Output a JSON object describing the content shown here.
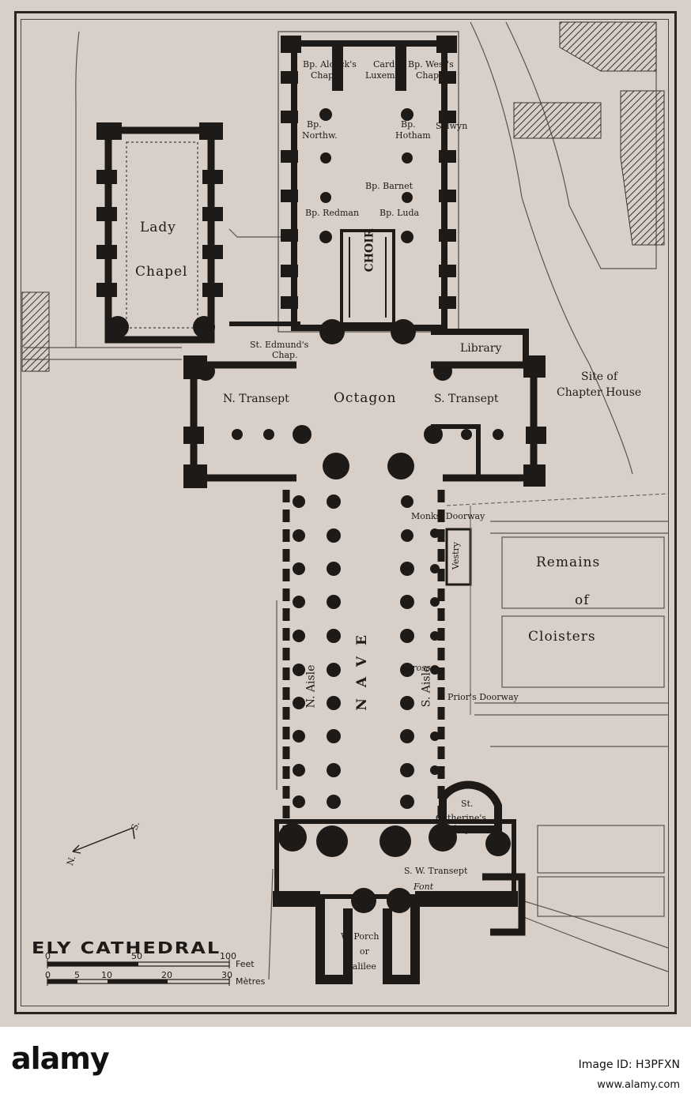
{
  "map": {
    "title": "ELY CATHEDRAL",
    "labels": {
      "bp_alcocks_chapel_1": "Bp. Alcock's",
      "bp_alcocks_chapel_2": "Chapel",
      "card_luxemb_1": "Card.",
      "card_luxemb_2": "Luxemb.",
      "bp_wests_chapel_1": "Bp. West's",
      "bp_wests_chapel_2": "Chapel",
      "bp_northw_1": "Bp.",
      "bp_northw_2": "Northw.",
      "bp_hotham_1": "Bp.",
      "bp_hotham_2": "Hotham",
      "selwyn": "Selwyn",
      "bp_barnet": "Bp. Barnet",
      "bp_redman": "Bp. Redman",
      "bp_luda": "Bp. Luda",
      "choir": "CHOIR",
      "lady_chapel_1": "Lady",
      "lady_chapel_2": "Chapel",
      "st_edmunds_1": "St. Edmund's",
      "st_edmunds_2": "Chap.",
      "library": "Library",
      "site_chapter_1": "Site of",
      "site_chapter_2": "Chapter House",
      "n_transept": "N. Transept",
      "octagon": "Octagon",
      "s_transept": "S. Transept",
      "monks_doorway": "Monks' Doorway",
      "vestry": "Vestry",
      "remains_1": "Remains",
      "remains_2": "of",
      "remains_3": "Cloisters",
      "n_aisle": "N. Aisle",
      "nave": "NAVE",
      "s_aisle": "S. Aisle",
      "cross": "Cross",
      "priors_doorway": "Prior's Doorway",
      "st_catherines_1": "St.",
      "st_catherines_2": "Catherine's",
      "st_catherines_3": "Chap.",
      "sw_transept": "S. W. Transept",
      "font": "Font",
      "w_porch_1": "W. Porch",
      "w_porch_2": "or",
      "w_porch_3": "Galilee"
    },
    "compass": {
      "north": "N.",
      "south": "S."
    },
    "scale": {
      "feet_ticks": [
        "0",
        "50",
        "100"
      ],
      "feet_unit": "Feet",
      "metre_ticks": [
        "0",
        "5",
        "10",
        "20",
        "30"
      ],
      "metre_unit": "Mètres"
    }
  },
  "footer": {
    "brand": "alamy",
    "image_id": "Image ID: H3PFXN",
    "url": "www.alamy.com"
  },
  "colors": {
    "paper": "#d8d0c8",
    "ink": "#2a2522"
  }
}
